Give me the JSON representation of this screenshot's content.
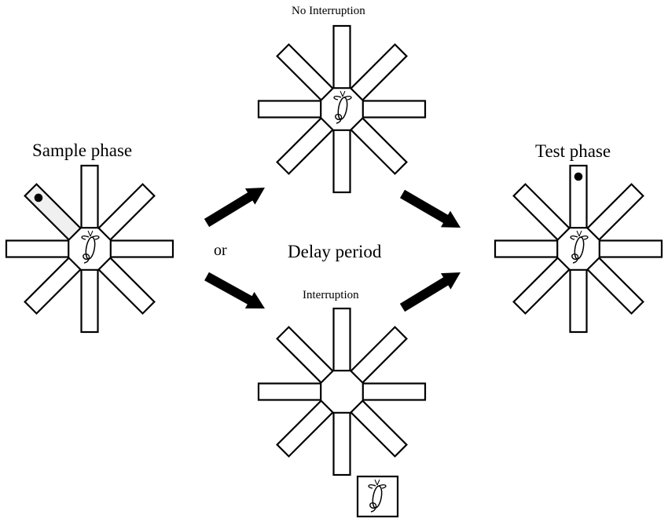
{
  "labels": {
    "sample_phase": "Sample phase",
    "test_phase": "Test phase",
    "delay_period": "Delay period",
    "or": "or",
    "no_interruption": "No Interruption",
    "interruption": "Interruption"
  },
  "colors": {
    "stroke": "#000000",
    "arm_fill": "#ffffff",
    "baited_arm_fill": "#f0f0f0",
    "arrow": "#000000"
  },
  "mazes": [
    {
      "id": "sample",
      "arm_count": 8,
      "rat_in_center": true,
      "baited_arm": "upper-left",
      "pellet_arm": "upper-left",
      "open_arms": 1
    },
    {
      "id": "delay-no-interruption",
      "arm_count": 8,
      "rat_in_center": true
    },
    {
      "id": "delay-interruption",
      "arm_count": 8,
      "rat_in_center": false,
      "rat_in_holding_box": true
    },
    {
      "id": "test",
      "arm_count": 8,
      "rat_in_center": true,
      "pellet_arm": "top"
    }
  ]
}
